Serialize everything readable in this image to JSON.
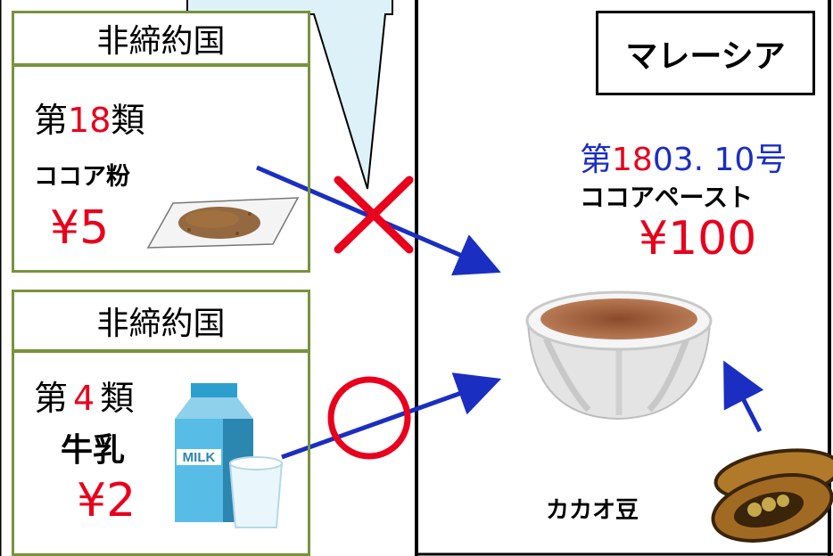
{
  "bubble": {
    "text": ""
  },
  "box_top": {
    "title": "非締約国",
    "chapter_prefix": "第",
    "chapter_num": "18",
    "chapter_suffix": "類",
    "item": "ココア粉",
    "price": "¥5"
  },
  "box_bottom": {
    "title": "非締約国",
    "chapter_prefix": "第",
    "chapter_num": "4",
    "chapter_suffix": "類",
    "item": "牛乳",
    "price": "¥2",
    "carton_label": "MILK"
  },
  "destination": {
    "country": "マレーシア",
    "heading_prefix": "第",
    "heading_num_red": "18",
    "heading_num_blue": "03. 10",
    "heading_suffix": "号",
    "product": "ココアペースト",
    "price": "¥100",
    "bean_label": "カカオ豆"
  },
  "colors": {
    "box_border": "#77933c",
    "red": "#e8001c",
    "blue": "#1a2ec2",
    "bubble_fill": "#ddf2f8"
  },
  "icons": [
    "cross-mark-icon",
    "circle-mark-icon",
    "cocoa-powder-icon",
    "milk-carton-icon",
    "milk-glass-icon",
    "cocoa-paste-bowl-icon",
    "cacao-bean-icon"
  ]
}
